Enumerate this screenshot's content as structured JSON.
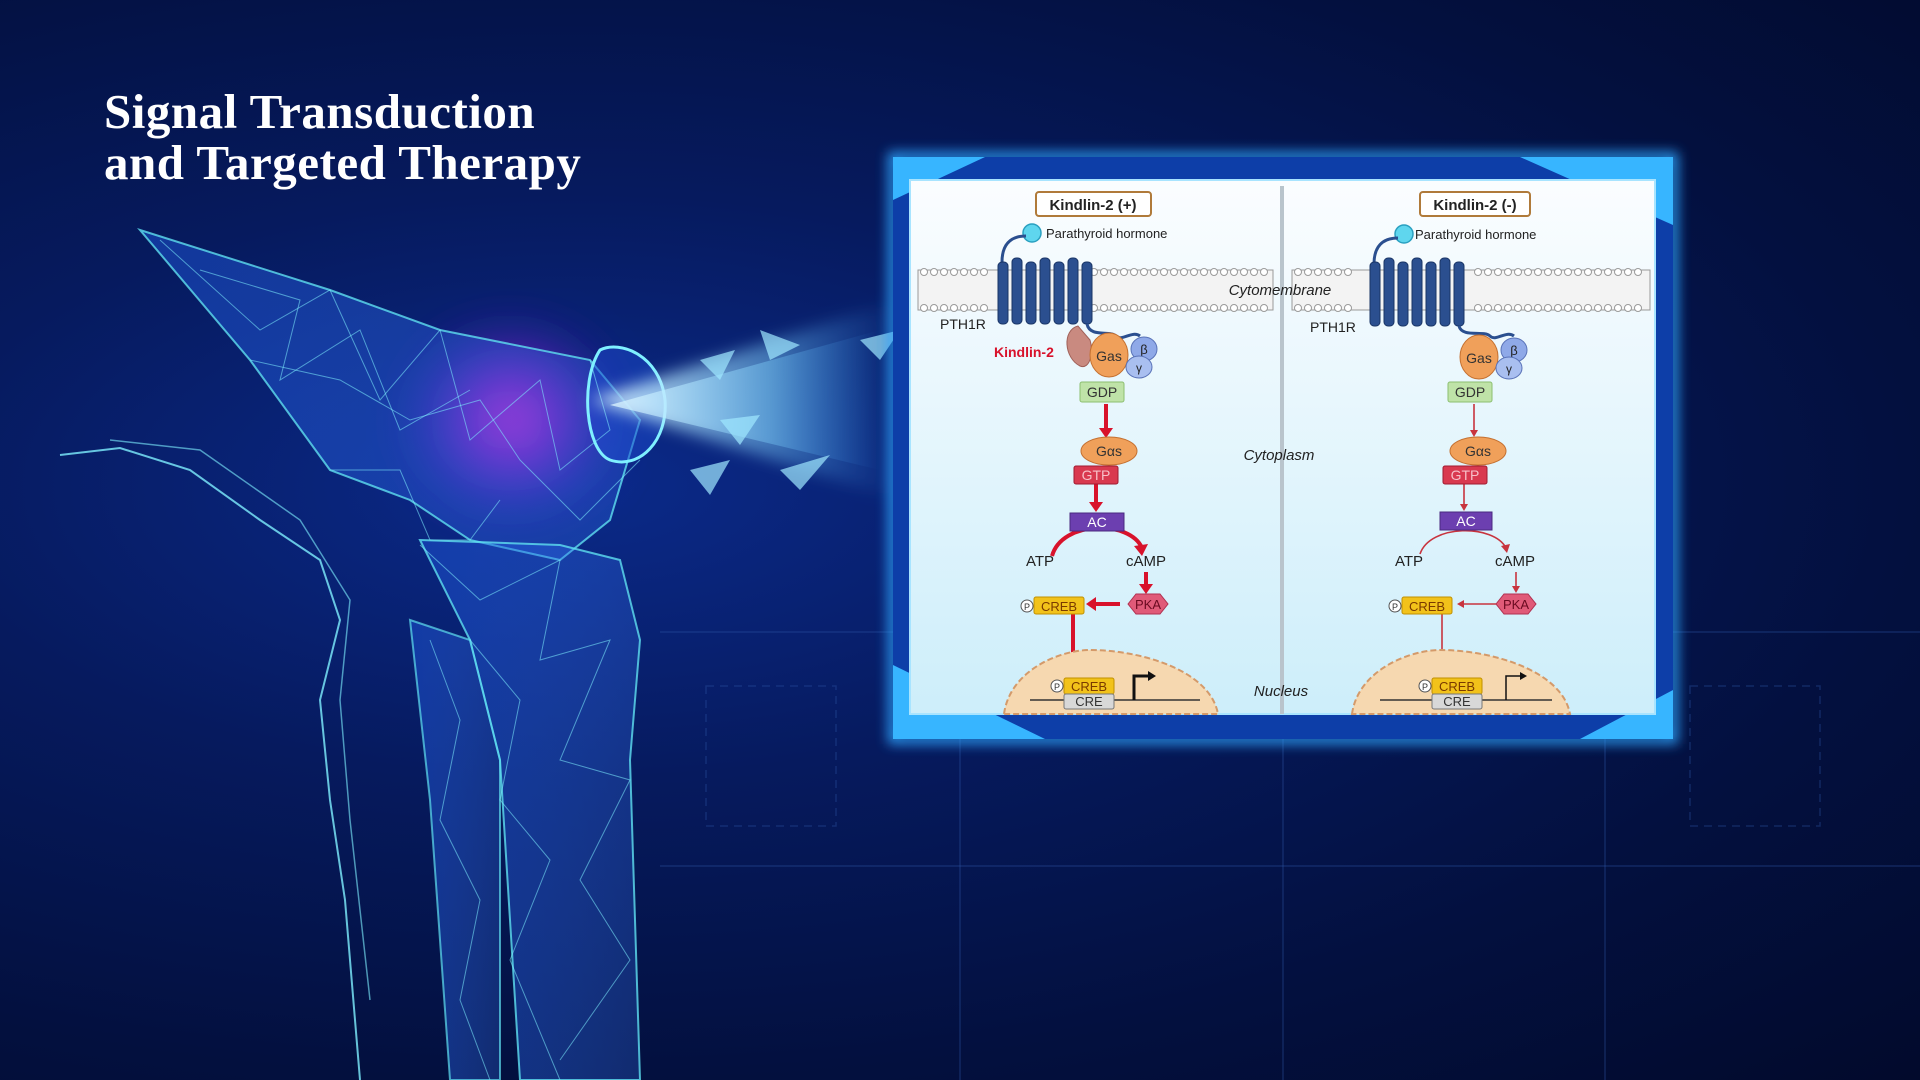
{
  "slide": {
    "title_line1": "Signal Transduction",
    "title_line2": "and Targeted Therapy"
  },
  "diagram": {
    "panels": [
      {
        "header": "Kindlin-2 (+)",
        "ligand": "Parathyroid hormone",
        "receptor": "PTH1R",
        "kindlin_label": "Kindlin-2",
        "gas": "Gas",
        "beta": "β",
        "gamma": "γ",
        "gdp": "GDP",
        "galpha_s": "Gαs",
        "gtp": "GTP",
        "ac": "AC",
        "atp": "ATP",
        "camp": "cAMP",
        "pka": "PKA",
        "phospho": "P",
        "creb": "CREB",
        "nuclear_creb": "CREB",
        "cre": "CRE"
      },
      {
        "header": "Kindlin-2 (-)",
        "ligand": "Parathyroid hormone",
        "receptor": "PTH1R",
        "gas": "Gas",
        "beta": "β",
        "gamma": "γ",
        "gdp": "GDP",
        "galpha_s": "Gαs",
        "gtp": "GTP",
        "ac": "AC",
        "atp": "ATP",
        "camp": "cAMP",
        "pka": "PKA",
        "phospho": "P",
        "creb": "CREB",
        "nuclear_creb": "CREB",
        "cre": "CRE"
      }
    ],
    "compartments": {
      "membrane": "Cytomembrane",
      "cytoplasm": "Cytoplasm",
      "nucleus": "Nucleus"
    },
    "colors": {
      "active_arrow": "#d8122b",
      "weak_arrow": "#c8343e",
      "receptor": "#2b4f8f",
      "gas": "#f0a05a",
      "gdp": "#bfe3a8",
      "gtp": "#d9394f",
      "ac": "#6c3fb0",
      "pka": "#e05a78",
      "creb": "#f2c21a",
      "nucleus": "#f6d8b0",
      "frame_glow": "#2fa6ff"
    }
  }
}
